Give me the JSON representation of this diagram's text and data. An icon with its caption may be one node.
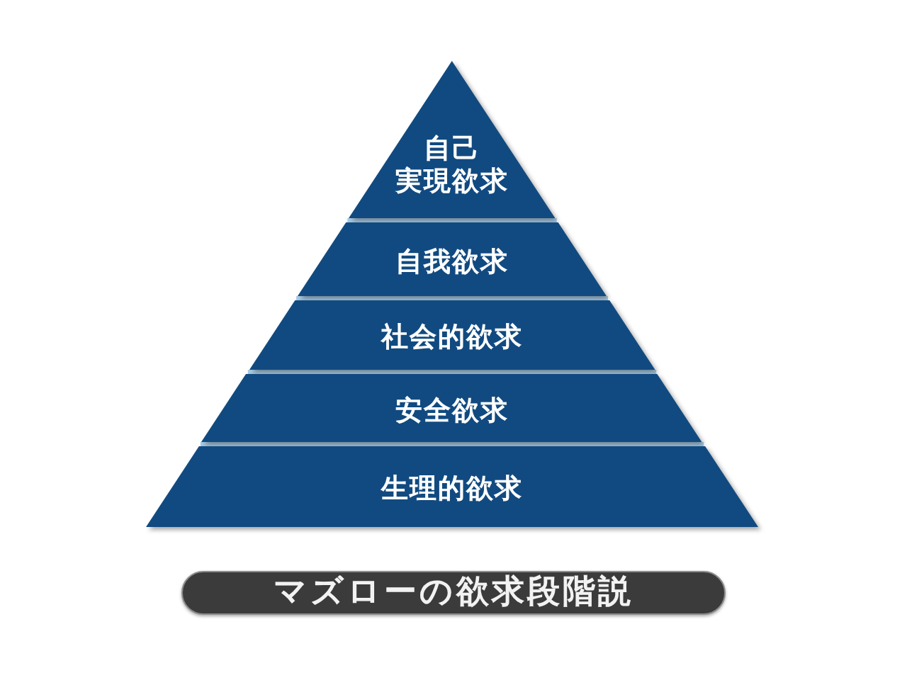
{
  "diagram": {
    "title": "マズローの欲求段階説",
    "nodes": [
      {
        "text": [
          "自己実現欲求"
        ]
      },
      {
        "text": [
          "自我欲求"
        ]
      },
      {
        "text": [
          "社会的欲求"
        ]
      },
      {
        "text": [
          "安全欲求"
        ]
      },
      {
        "text": [
          "生理的欲求"
        ]
      }
    ]
  }
}
